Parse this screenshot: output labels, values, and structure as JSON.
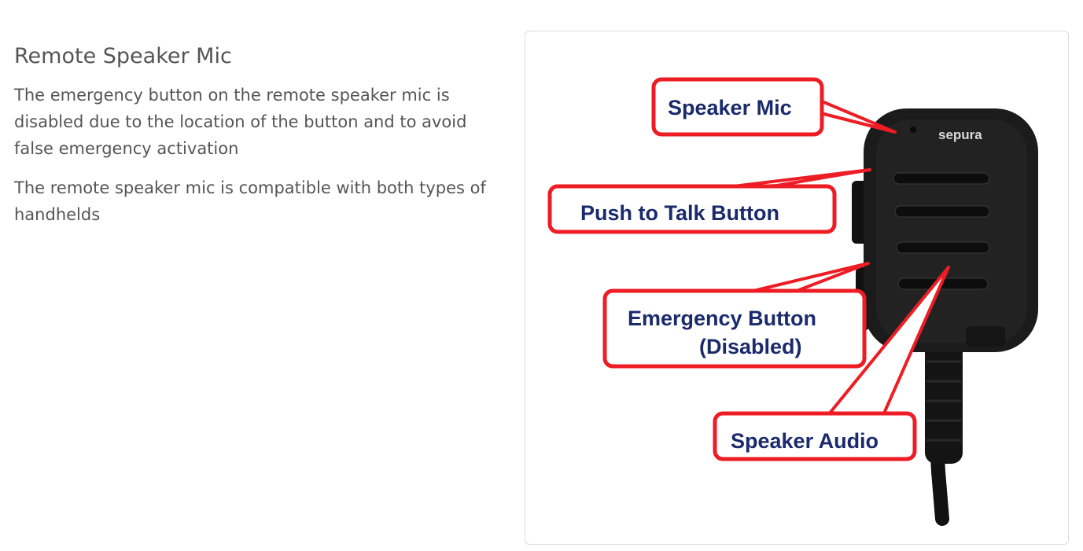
{
  "section": {
    "title": "Remote Speaker Mic",
    "paragraphs": [
      "The emergency button on the remote speaker mic is disabled due to the location of the button and to avoid false emergency activation",
      "The remote speaker mic is compatible with both types of handhelds"
    ]
  },
  "figure": {
    "brand": "sepura",
    "callouts": {
      "speaker_mic": "Speaker Mic",
      "push_to_talk": "Push to Talk Button",
      "emergency_line1": "Emergency Button",
      "emergency_line2": "(Disabled)",
      "speaker_audio": "Speaker Audio"
    },
    "colors": {
      "callout_border": "#ee1c24",
      "callout_text": "#1a2a6b",
      "device_body": "#1b1b1b"
    }
  }
}
